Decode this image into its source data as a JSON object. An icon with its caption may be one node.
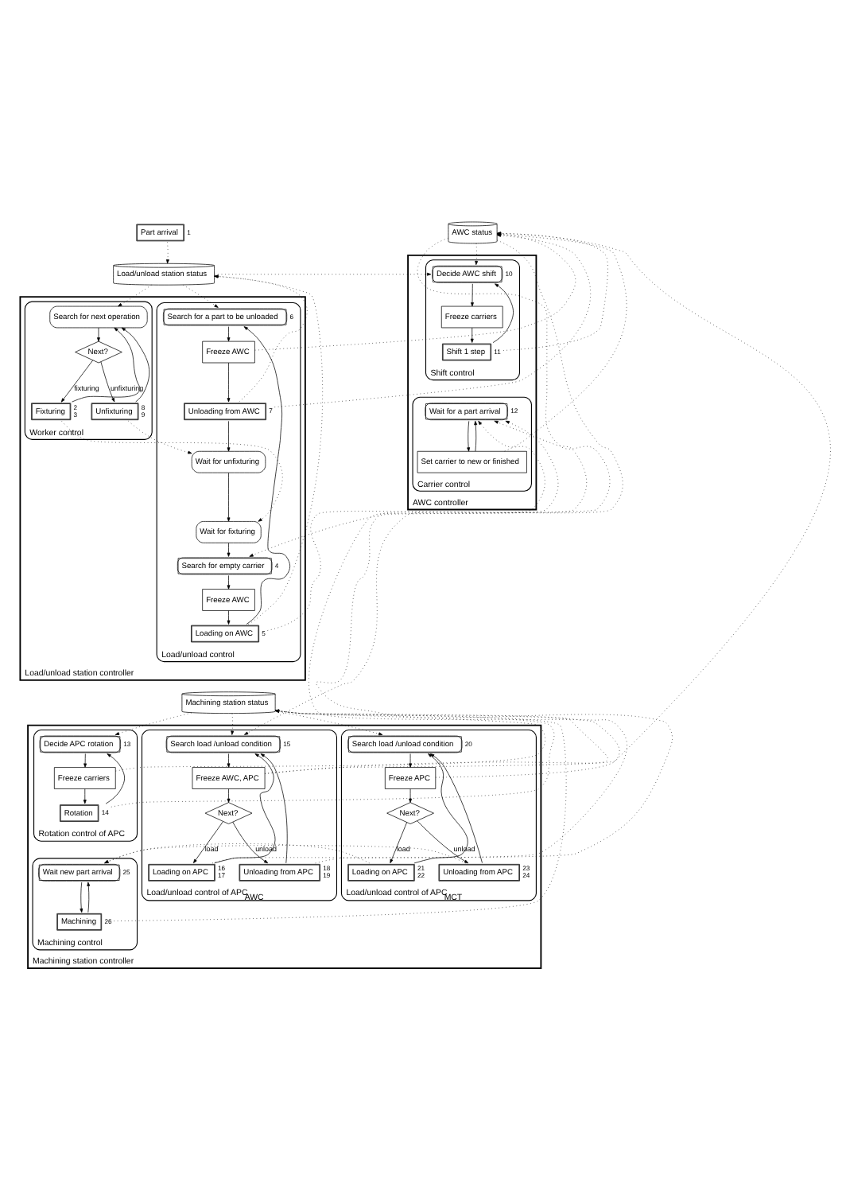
{
  "diagram": {
    "nodes": [
      {
        "text": [
          "Part arrival"
        ],
        "beside": [
          "1"
        ]
      },
      {
        "text": [
          "Load/unload station status"
        ]
      },
      {
        "text": [
          "AWC status"
        ]
      },
      {
        "text": [
          "Load/unload station controller"
        ]
      },
      {
        "text": [
          "Worker control"
        ],
        "in": 3
      },
      {
        "text": [
          "Search for next operation"
        ],
        "in": 4
      },
      {
        "text": [
          "Next?"
        ],
        "in": 4
      },
      {
        "text": [
          "Fixturing"
        ],
        "in": 4,
        "beside": [
          "2",
          "3"
        ]
      },
      {
        "text": [
          "Unfixturing"
        ],
        "in": 4,
        "beside": [
          "8",
          "9"
        ]
      },
      {
        "text": [
          "Load/unload control"
        ],
        "in": 3
      },
      {
        "text": [
          "Search for a part to be unloaded"
        ],
        "in": 9,
        "beside": [
          "6"
        ]
      },
      {
        "text": [
          "Freeze AWC"
        ],
        "in": 9
      },
      {
        "text": [
          "Unloading from AWC"
        ],
        "in": 9,
        "beside": [
          "7"
        ]
      },
      {
        "text": [
          "Wait for unfixturing"
        ],
        "in": 9
      },
      {
        "text": [
          "Wait for fixturing"
        ],
        "in": 9
      },
      {
        "text": [
          "Search for empty carrier"
        ],
        "in": 9,
        "beside": [
          "4"
        ]
      },
      {
        "text": [
          "Freeze AWC"
        ],
        "in": 9
      },
      {
        "text": [
          "Loading on AWC"
        ],
        "in": 9,
        "beside": [
          "5"
        ]
      },
      {
        "text": [
          "AWC controller"
        ]
      },
      {
        "text": [
          "Shift control"
        ],
        "in": 18
      },
      {
        "text": [
          "Decide AWC shift"
        ],
        "in": 19,
        "beside": [
          "10"
        ]
      },
      {
        "text": [
          "Freeze carriers"
        ],
        "in": 19
      },
      {
        "text": [
          "Shift 1 step"
        ],
        "in": 19,
        "beside": [
          "11"
        ]
      },
      {
        "text": [
          "Carrier control"
        ],
        "in": 18
      },
      {
        "text": [
          "Wait for a part arrival"
        ],
        "in": 23,
        "beside": [
          "12"
        ]
      },
      {
        "text": [
          "Set carrier to new or finished"
        ],
        "in": 23
      },
      {
        "text": [
          "Machining station status"
        ]
      },
      {
        "text": [
          "Machining station controller"
        ]
      },
      {
        "text": [
          "Rotation control of APC"
        ],
        "in": 27
      },
      {
        "text": [
          "Decide APC rotation"
        ],
        "in": 28,
        "beside": [
          "13"
        ]
      },
      {
        "text": [
          "Freeze carriers"
        ],
        "in": 28
      },
      {
        "text": [
          "Rotation"
        ],
        "in": 28,
        "beside": [
          "14"
        ]
      },
      {
        "text": [
          "Machining control"
        ],
        "in": 27
      },
      {
        "text": [
          "Wait new part arrival"
        ],
        "in": 32,
        "beside": [
          "25"
        ]
      },
      {
        "text": [
          "Machining"
        ],
        "in": 32,
        "beside": [
          "26"
        ]
      },
      {
        "text": [
          "Load/unload control of APC$_{AWC}$"
        ],
        "in": 27
      },
      {
        "text": [
          "Search load /unload condition"
        ],
        "in": 35,
        "beside": [
          "15"
        ]
      },
      {
        "text": [
          "Freeze AWC, APC"
        ],
        "in": 35
      },
      {
        "text": [
          "Next?"
        ],
        "in": 35
      },
      {
        "text": [
          "Loading on APC"
        ],
        "in": 35,
        "beside": [
          "16",
          "17"
        ]
      },
      {
        "text": [
          "Unloading from APC"
        ],
        "in": 35,
        "beside": [
          "18",
          "19"
        ]
      },
      {
        "text": [
          "Load/unload control of APC$_{MCT}$"
        ],
        "in": 27
      },
      {
        "text": [
          "Search load /unload condition"
        ],
        "in": 41,
        "beside": [
          "20"
        ]
      },
      {
        "text": [
          "Freeze APC"
        ],
        "in": 41
      },
      {
        "text": [
          "Next?"
        ],
        "in": 41
      },
      {
        "text": [
          "Loading on APC"
        ],
        "in": 41,
        "beside": [
          "21",
          "22"
        ]
      },
      {
        "text": [
          "Unloading from APC"
        ],
        "in": 41,
        "beside": [
          "23",
          "24"
        ]
      }
    ],
    "edges": [
      {
        "from": 5,
        "to": 6,
        "arrow": "to"
      },
      {
        "from": 6,
        "to": 7,
        "arrow": "to",
        "label": "fixturing"
      },
      {
        "from": 6,
        "to": 8,
        "arrow": "to",
        "label": "unfixturing"
      },
      {
        "from": 7,
        "to": 5,
        "arrow": "to"
      },
      {
        "from": 8,
        "to": 5,
        "arrow": "to"
      },
      {
        "from": 10,
        "to": 11,
        "arrow": "to"
      },
      {
        "from": 11,
        "to": 12,
        "arrow": "to"
      },
      {
        "from": 12,
        "to": 13,
        "arrow": "to"
      },
      {
        "from": 13,
        "to": 14,
        "arrow": "to"
      },
      {
        "from": 14,
        "to": 15,
        "arrow": "to"
      },
      {
        "from": 15,
        "to": 16,
        "arrow": "to"
      },
      {
        "from": 16,
        "to": 17,
        "arrow": "to"
      },
      {
        "from": 17,
        "to": 10,
        "arrow": "to"
      },
      {
        "from": 20,
        "to": 21,
        "arrow": "to"
      },
      {
        "from": 21,
        "to": 22,
        "arrow": "to"
      },
      {
        "from": 22,
        "to": 20,
        "arrow": "to"
      },
      {
        "from": 24,
        "to": 25,
        "arrow": "to"
      },
      {
        "from": 25,
        "to": 24,
        "arrow": "to"
      },
      {
        "from": 29,
        "to": 30,
        "arrow": "to"
      },
      {
        "from": 30,
        "to": 31,
        "arrow": "to"
      },
      {
        "from": 31,
        "to": 29,
        "arrow": "to"
      },
      {
        "from": 33,
        "to": 34,
        "arrow": "to"
      },
      {
        "from": 34,
        "to": 33,
        "arrow": "to"
      },
      {
        "from": 36,
        "to": 37,
        "arrow": "to"
      },
      {
        "from": 37,
        "to": 38,
        "arrow": "to"
      },
      {
        "from": 38,
        "to": 39,
        "arrow": "to",
        "label": "load"
      },
      {
        "from": 38,
        "to": 40,
        "arrow": "to",
        "label": "unload"
      },
      {
        "from": 39,
        "to": 36,
        "arrow": "to"
      },
      {
        "from": 40,
        "to": 36,
        "arrow": "to"
      },
      {
        "from": 42,
        "to": 43,
        "arrow": "to"
      },
      {
        "from": 43,
        "to": 44,
        "arrow": "to"
      },
      {
        "from": 44,
        "to": 45,
        "arrow": "to",
        "label": "load"
      },
      {
        "from": 44,
        "to": 46,
        "arrow": "to",
        "label": "unload"
      },
      {
        "from": 45,
        "to": 42,
        "arrow": "to"
      },
      {
        "from": 46,
        "to": 42,
        "arrow": "to"
      },
      {
        "from": 0,
        "to": 1,
        "arrow": "to",
        "style": "dashed"
      },
      {
        "from": 1,
        "to": 5,
        "arrow": "to",
        "style": "dashed"
      },
      {
        "from": 1,
        "to": 10,
        "arrow": "to",
        "style": "dashed"
      },
      {
        "from": 1,
        "to": 20,
        "arrow": "to",
        "style": "dashed"
      },
      {
        "from": 2,
        "to": 20,
        "arrow": "to",
        "style": "dashed"
      },
      {
        "from": 7,
        "to": 14,
        "arrow": "to",
        "style": "dashed"
      },
      {
        "from": 8,
        "to": 13,
        "arrow": "to",
        "style": "dashed"
      },
      {
        "from": 12,
        "to": 1,
        "arrow": "to",
        "style": "dashed"
      },
      {
        "from": 17,
        "to": 1,
        "arrow": "to",
        "style": "dashed"
      },
      {
        "from": 11,
        "to": 2,
        "arrow": "to",
        "style": "dashed"
      },
      {
        "from": 12,
        "to": 2,
        "arrow": "to",
        "style": "dashed"
      },
      {
        "from": 22,
        "to": 2,
        "arrow": "to",
        "style": "dashed"
      },
      {
        "from": 25,
        "to": 2,
        "arrow": "to",
        "style": "dashed"
      },
      {
        "from": 2,
        "to": 15,
        "arrow": "to",
        "style": "dashed"
      },
      {
        "from": 17,
        "to": 24,
        "arrow": "to",
        "style": "dashed"
      },
      {
        "from": 2,
        "to": 36,
        "arrow": "to",
        "style": "dashed"
      },
      {
        "from": 26,
        "to": 29,
        "arrow": "to",
        "style": "dashed"
      },
      {
        "from": 26,
        "to": 36,
        "arrow": "to",
        "style": "dashed"
      },
      {
        "from": 26,
        "to": 42,
        "arrow": "to",
        "style": "dashed"
      },
      {
        "from": 30,
        "to": 26,
        "arrow": "to",
        "style": "dashed"
      },
      {
        "from": 31,
        "to": 26,
        "arrow": "to",
        "style": "dashed"
      },
      {
        "from": 34,
        "to": 26,
        "arrow": "to",
        "style": "dashed"
      },
      {
        "from": 37,
        "to": 26,
        "arrow": "to",
        "style": "dashed"
      },
      {
        "from": 43,
        "to": 26,
        "arrow": "to",
        "style": "dashed"
      },
      {
        "from": 37,
        "to": 2,
        "arrow": "to",
        "style": "dashed"
      },
      {
        "from": 39,
        "to": 24,
        "arrow": "to",
        "style": "dashed"
      },
      {
        "from": 40,
        "to": 24,
        "arrow": "to",
        "style": "dashed"
      },
      {
        "from": 45,
        "to": 33,
        "arrow": "to",
        "style": "dashed"
      },
      {
        "from": 46,
        "to": 33,
        "arrow": "to",
        "style": "dashed"
      }
    ]
  }
}
